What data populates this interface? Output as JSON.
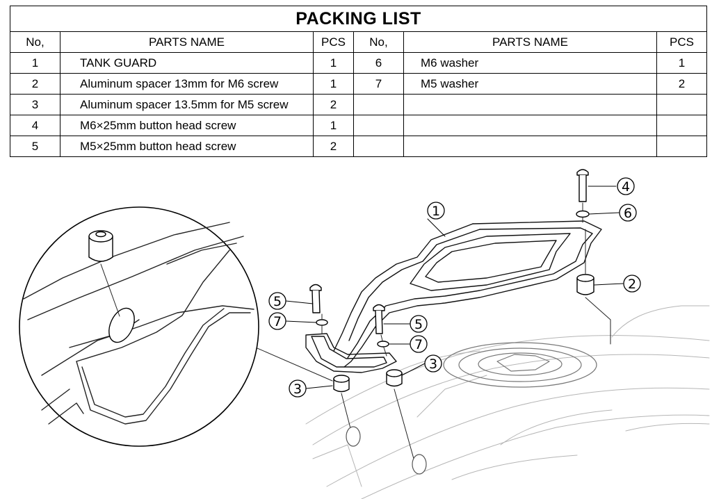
{
  "title": "PACKING LIST",
  "headers": {
    "no": "No,",
    "parts_name": "PARTS NAME",
    "pcs": "PCS"
  },
  "left_rows": [
    {
      "no": "1",
      "name": "TANK GUARD",
      "pcs": "1"
    },
    {
      "no": "2",
      "name": "Aluminum spacer  13mm for M6 screw",
      "pcs": "1"
    },
    {
      "no": "3",
      "name": "Aluminum spacer  13.5mm for M5 screw",
      "pcs": "2"
    },
    {
      "no": "4",
      "name": "M6×25mm button head screw",
      "pcs": "1"
    },
    {
      "no": "5",
      "name": "M5×25mm button head screw",
      "pcs": "2"
    }
  ],
  "right_rows": [
    {
      "no": "6",
      "name": "M6  washer",
      "pcs": "1"
    },
    {
      "no": "7",
      "name": "M5  washer",
      "pcs": "2"
    },
    {
      "no": "",
      "name": "",
      "pcs": ""
    },
    {
      "no": "",
      "name": "",
      "pcs": ""
    },
    {
      "no": "",
      "name": "",
      "pcs": ""
    }
  ],
  "callouts": {
    "c1": "1",
    "c2": "2",
    "c3a": "3",
    "c3b": "3",
    "c4": "4",
    "c5a": "5",
    "c5b": "5",
    "c6": "6",
    "c7a": "7",
    "c7b": "7"
  }
}
